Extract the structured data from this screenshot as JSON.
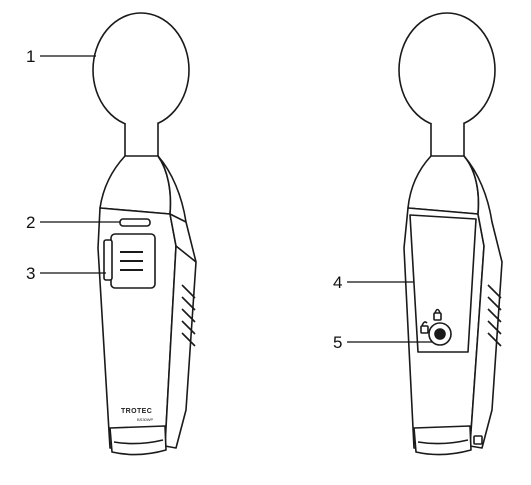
{
  "figure": {
    "stroke_color": "#1a1a1a",
    "fill_color": "#ffffff",
    "front_view": {
      "brand": "TROTEC",
      "model": "BS30WP"
    },
    "callouts": [
      {
        "label": "1"
      },
      {
        "label": "2"
      },
      {
        "label": "3"
      },
      {
        "label": "4"
      },
      {
        "label": "5"
      }
    ]
  }
}
